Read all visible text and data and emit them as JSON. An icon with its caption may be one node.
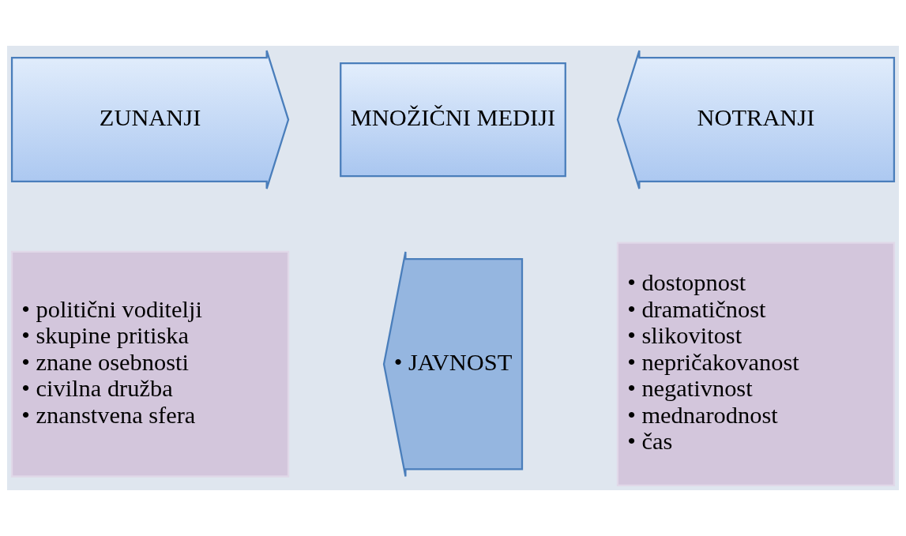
{
  "diagram": {
    "nodes": [
      {
        "text": [
          "MNOŽIČNI MEDIJI"
        ]
      },
      {
        "text": [
          "ZUNANJI"
        ]
      },
      {
        "text": [
          "NOTRANJI"
        ]
      },
      {
        "text": [
          "• politični voditelji",
          "• skupine pritiska",
          "• znane osebnosti",
          "• civilna družba",
          "• znanstvena sfera"
        ]
      },
      {
        "text": [
          "• dostopnost",
          "• dramatičnost",
          "• slikovitost",
          "• nepričakovanost",
          "• negativnost",
          "• mednarodnost",
          "• čas"
        ]
      },
      {
        "text": [
          "• JAVNOST"
        ]
      }
    ]
  }
}
